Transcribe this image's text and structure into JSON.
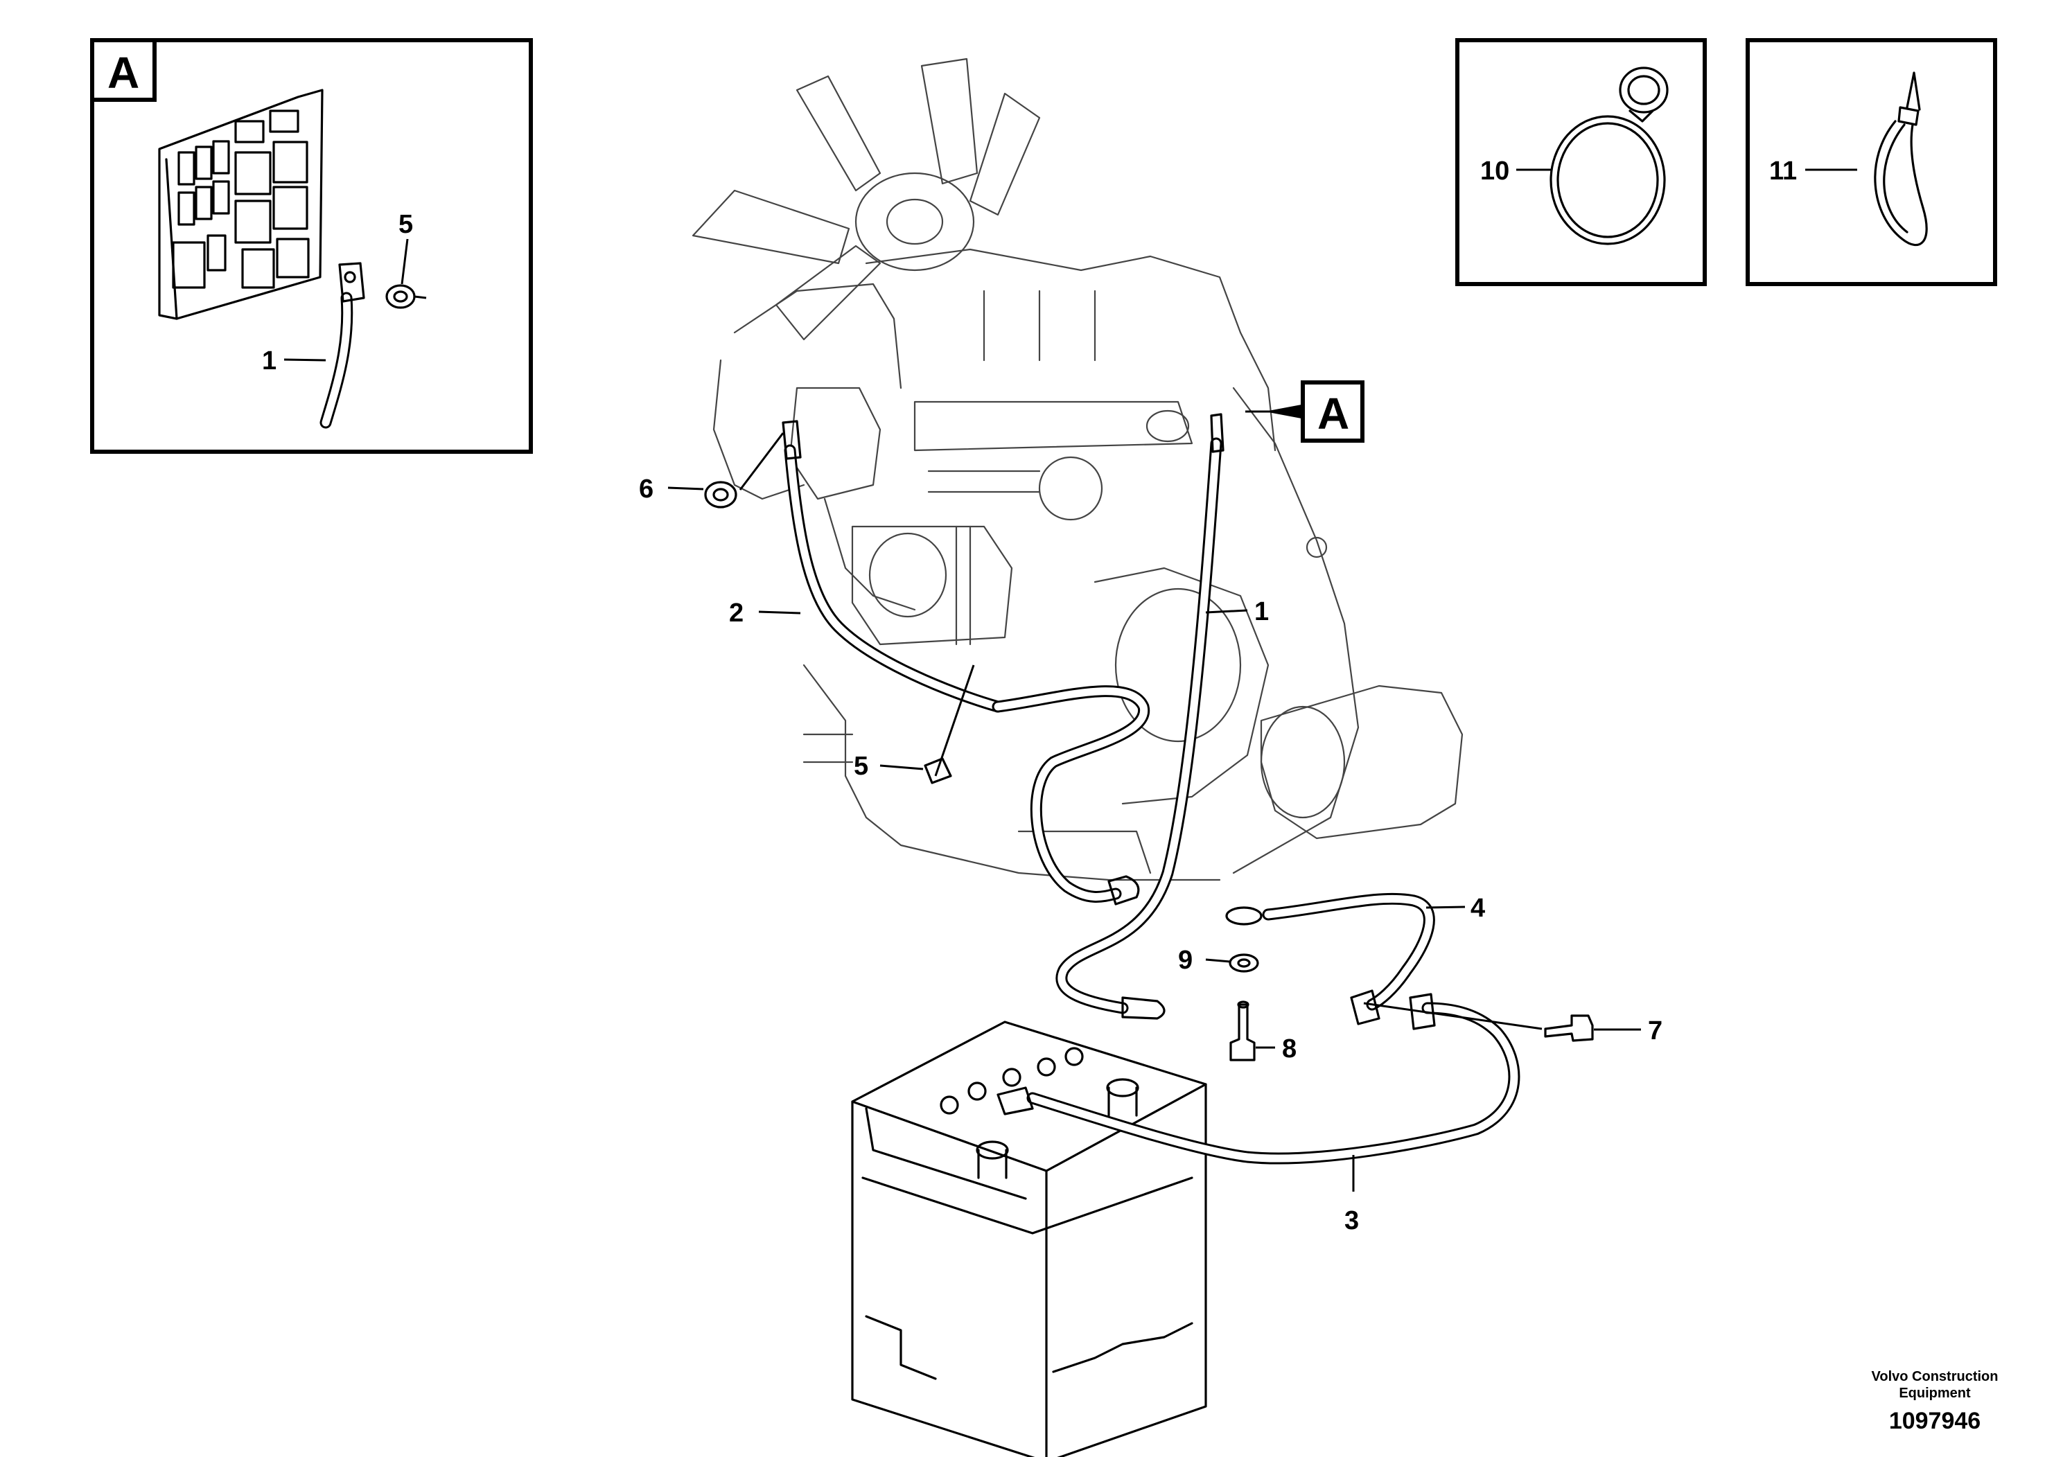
{
  "callouts": {
    "c1_inset": "1",
    "c5_inset": "5",
    "c6": "6",
    "c2": "2",
    "c1": "1",
    "c5": "5",
    "c4": "4",
    "c9": "9",
    "c8": "8",
    "c7": "7",
    "c3": "3",
    "c10": "10",
    "c11": "11"
  },
  "view_label_inset": "A",
  "view_label_main": "A",
  "footer": {
    "company_line1": "Volvo Construction",
    "company_line2": "Equipment",
    "drawing_number": "1097946"
  }
}
